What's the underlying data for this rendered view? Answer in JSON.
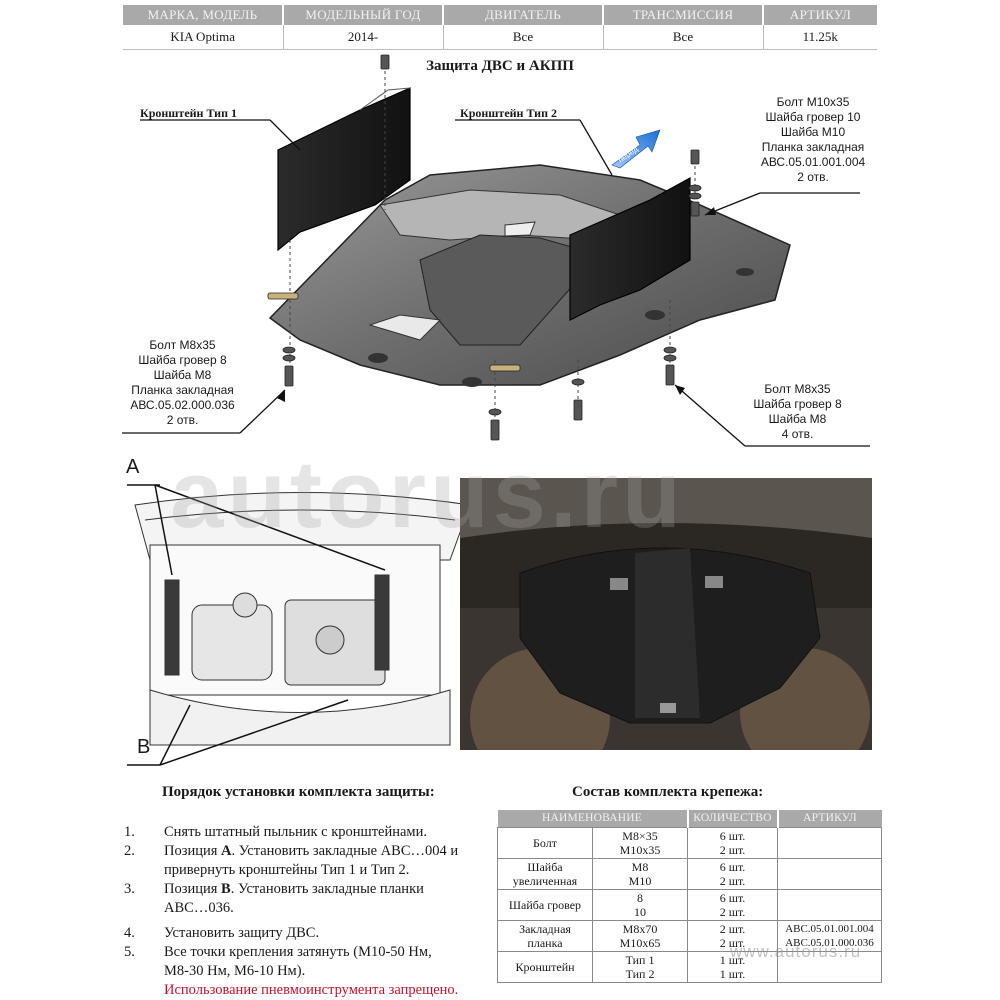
{
  "header": {
    "columns": [
      "МАРКА, МОДЕЛЬ",
      "МОДЕЛЬНЫЙ ГОД",
      "ДВИГАТЕЛЬ",
      "ТРАНСМИССИЯ",
      "АРТИКУЛ"
    ],
    "values": [
      "KIA Optima",
      "2014-",
      "Все",
      "Все",
      "11.25k"
    ]
  },
  "diagram": {
    "title": "Защита ДВС и АКПП",
    "bracket1": "Кронштейн Тип 1",
    "bracket2": "Кронштейн Тип 2",
    "direction_label": "перед",
    "callout_tr": [
      "Болт М10х35",
      "Шайба гровер  10",
      "Шайба М10",
      "Планка закладная",
      "АВС.05.01.001.004",
      "2 отв."
    ],
    "callout_bl": [
      "Болт М8х35",
      "Шайба гровер  8",
      "Шайба М8",
      "Планка закладная",
      "АВС.05.02.000.036",
      "2 отв."
    ],
    "callout_br": [
      "Болт М8х35",
      "Шайба гровер  8",
      "Шайба М8",
      "4 отв."
    ]
  },
  "locator": {
    "label_a": "A",
    "label_b": "B"
  },
  "watermark": {
    "big": "autorus.ru",
    "small": "www.autorus.ru"
  },
  "install": {
    "title": "Порядок установки комплекта защиты:",
    "steps": [
      {
        "n": "1.",
        "lines": [
          "Снять штатный пыльник с кронштейнами."
        ]
      },
      {
        "n": "2.",
        "lines": [
          "Позиция ",
          "A",
          ". Установить закладные АВС…004 и",
          "привернуть кронштейны Тип 1 и Тип 2."
        ]
      },
      {
        "n": "3.",
        "lines": [
          "Позиция ",
          "B",
          ". Установить закладные планки",
          "АВС…036."
        ]
      },
      {
        "n": "4.",
        "lines": [
          "Установить защиту ДВС."
        ]
      },
      {
        "n": "5.",
        "lines": [
          "Все точки крепления затянуть (М10-50 Нм,",
          "М8-30 Нм, М6-10 Нм)."
        ]
      }
    ],
    "warning": "Использование пневмоинструмента запрещено."
  },
  "fasteners": {
    "title": "Состав комплекта крепежа:",
    "columns": [
      "НАИМЕНОВАНИЕ",
      "КОЛИЧЕСТВО",
      "АРТИКУЛ"
    ],
    "rows": [
      {
        "name": [
          "Болт"
        ],
        "sizes": [
          "М8×35",
          "М10х35"
        ],
        "qty": [
          "6 шт.",
          "2 шт."
        ],
        "art": [
          "",
          ""
        ]
      },
      {
        "name": [
          "Шайба",
          "увеличенная"
        ],
        "sizes": [
          "М8",
          "М10"
        ],
        "qty": [
          "6 шт.",
          "2 шт."
        ],
        "art": [
          "",
          ""
        ]
      },
      {
        "name": [
          "Шайба гровер"
        ],
        "sizes": [
          "8",
          "10"
        ],
        "qty": [
          "6 шт.",
          "2 шт."
        ],
        "art": [
          "",
          ""
        ]
      },
      {
        "name": [
          "Закладная",
          "планка"
        ],
        "sizes": [
          "М8х70",
          "М10х65"
        ],
        "qty": [
          "2 шт.",
          "2 шт."
        ],
        "art": [
          "АВС.05.01.001.004",
          "АВС.05.01.000.036"
        ]
      },
      {
        "name": [
          "Кронштейн"
        ],
        "sizes": [
          "Тип 1",
          "Тип 2"
        ],
        "qty": [
          "1 шт.",
          "1 шт."
        ],
        "art": [
          "",
          ""
        ]
      }
    ]
  }
}
